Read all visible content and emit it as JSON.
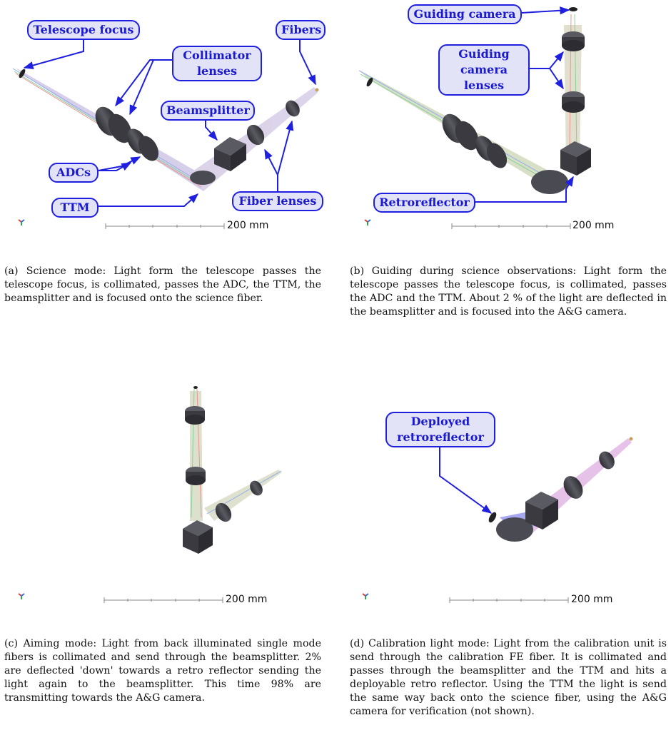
{
  "panel_a": {
    "callouts": {
      "telescope_focus": "Telescope focus",
      "collimator_lenses": "Collimator\nlenses",
      "fibers": "Fibers",
      "beamsplitter": "Beamsplitter",
      "adcs": "ADCs",
      "ttm": "TTM",
      "fiber_lenses": "Fiber lenses"
    },
    "scale": "200 mm",
    "caption": "(a) Science mode: Light form the telescope passes the telescope focus, is collimated, passes the ADC, the TTM, the beamsplitter and is focused onto the science fiber."
  },
  "panel_b": {
    "callouts": {
      "guiding_camera": "Guiding camera",
      "guiding_camera_lenses": "Guiding\ncamera\nlenses",
      "retroreflector": "Retroreflector"
    },
    "scale": "200 mm",
    "caption": "(b) Guiding during science observations: Light form the telescope passes the telescope focus, is collimated, passes the ADC and the TTM. About 2 % of the light are deflected in the beamsplitter and is focused into the A&G camera."
  },
  "panel_c": {
    "scale": "200 mm",
    "caption": "(c) Aiming mode: Light from back illuminated single mode fibers is collimated and send through the beamsplitter. 2% are deflected 'down' towards a retro reflector sending the light again to the beamsplitter. This time 98% are transmitting towards the A&G camera."
  },
  "panel_d": {
    "callouts": {
      "deployed_retroreflector": "Deployed\nretroreflector"
    },
    "scale": "200 mm",
    "caption": "(d) Calibration light mode: Light from the calibration unit is send through the calibration FE fiber. It is collimated and passes through the beamsplitter and the TTM and hits a deployable retro reflector. Using the TTM the light is send the same way back onto the science fiber, using the A&G camera for verification (not shown)."
  },
  "colors": {
    "callout_border": "#1f1fe0",
    "callout_fill": "#e3e3f8",
    "callout_text": "#1a1ad0",
    "optics_dark": "#3a3a40"
  }
}
